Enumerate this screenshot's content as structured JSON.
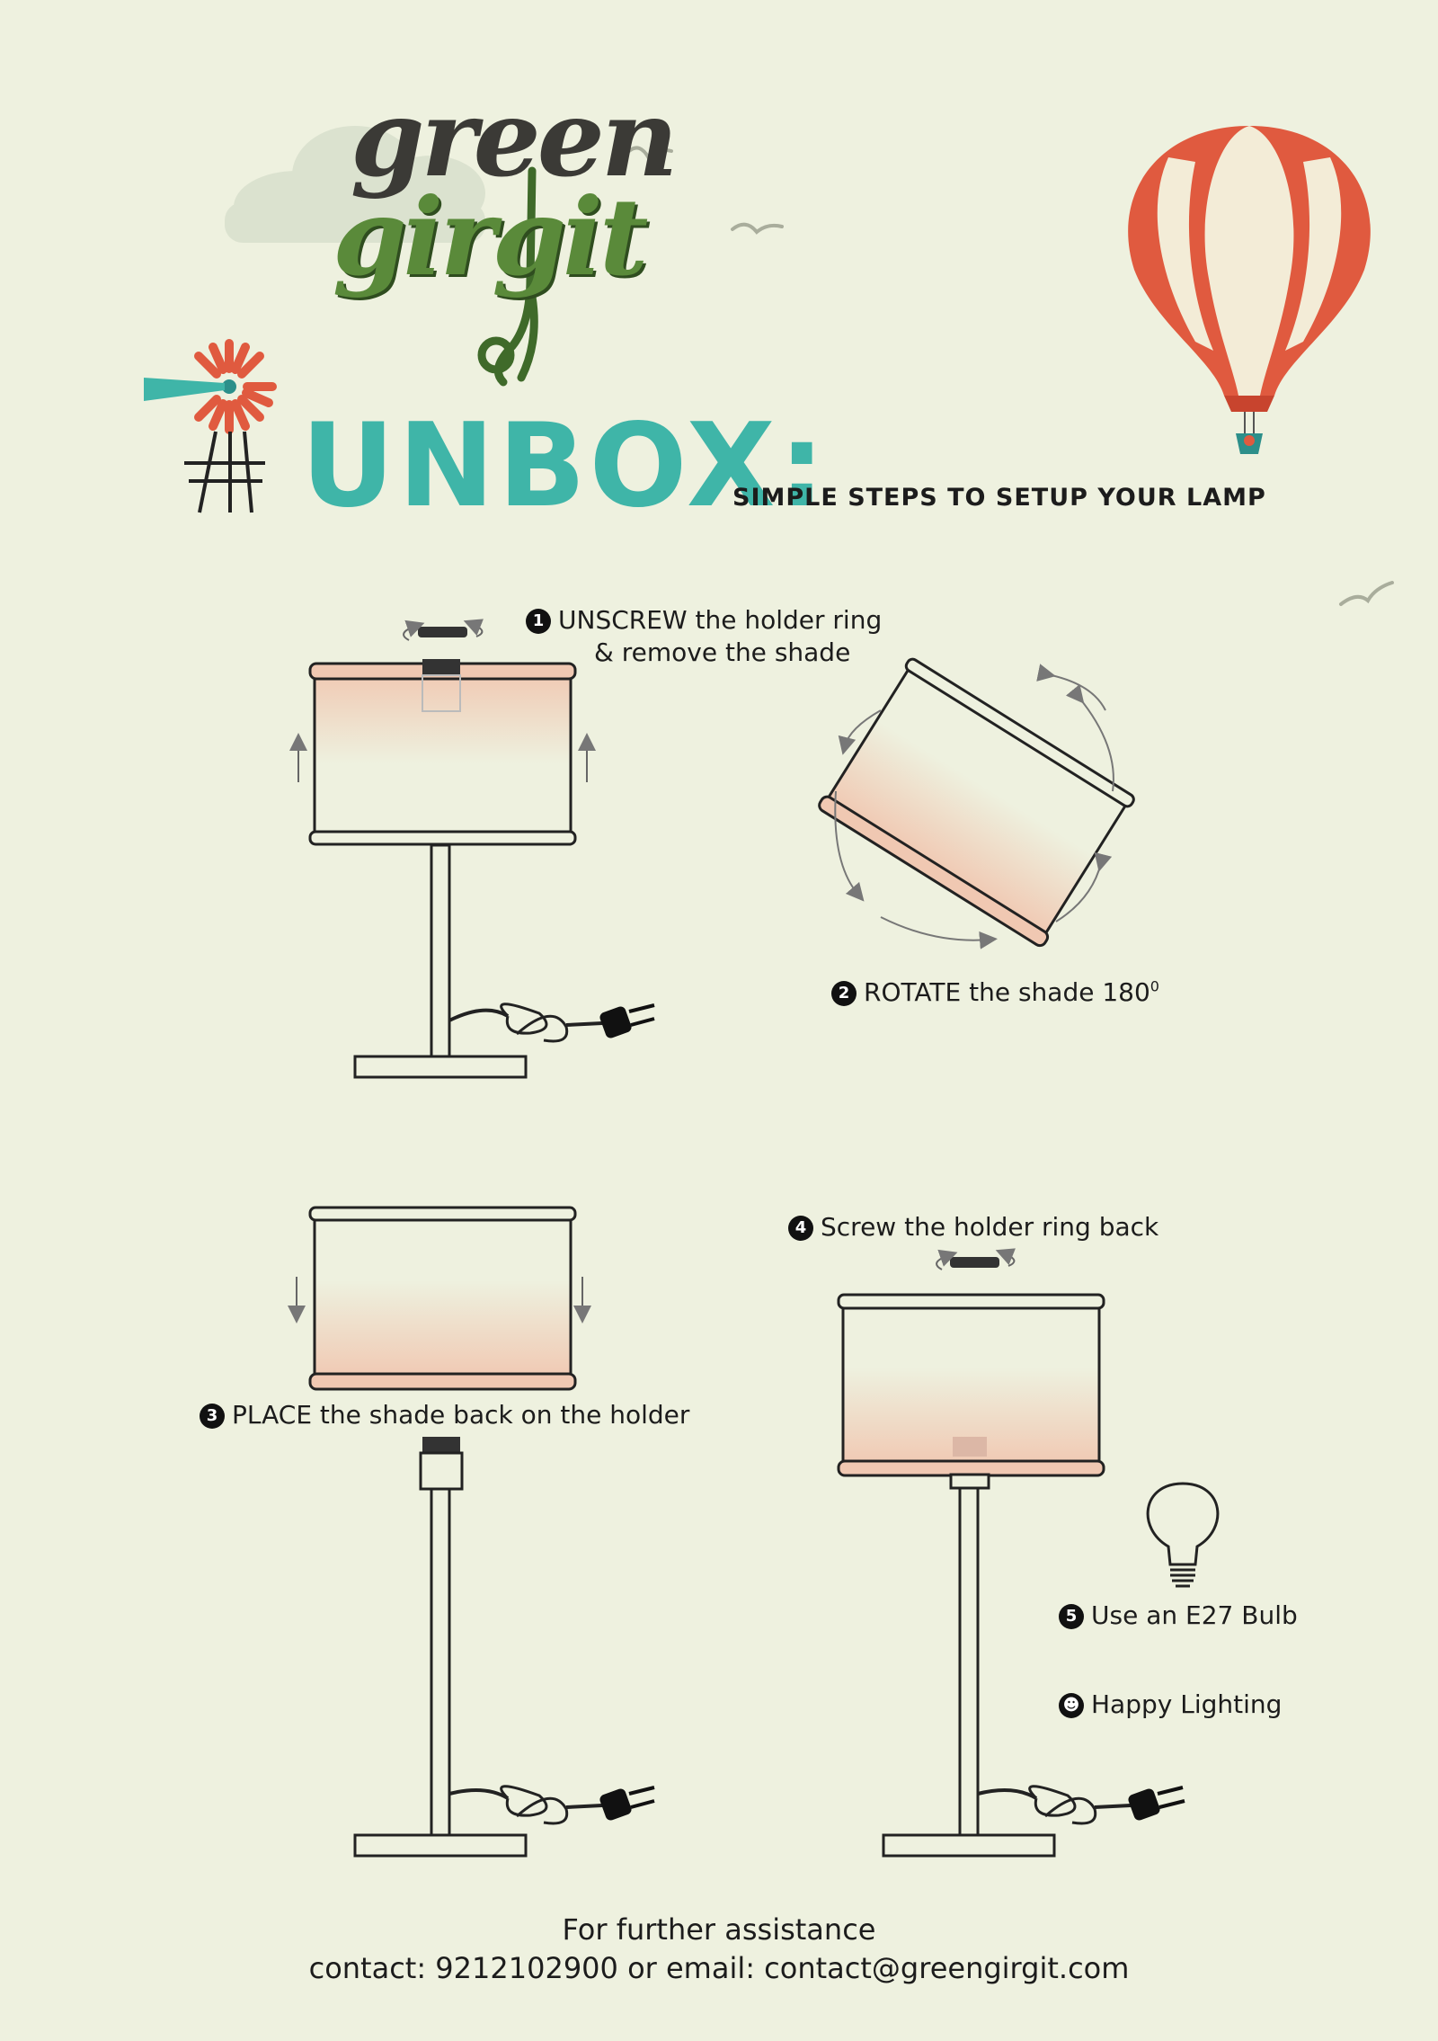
{
  "brand": {
    "line1": "green",
    "line2": "girgit"
  },
  "header": {
    "title": "UNBOX:",
    "subtitle": "SIMPLE STEPS TO SETUP YOUR LAMP"
  },
  "steps": [
    {
      "badge": "1",
      "text": "UNSCREW the holder ring",
      "text2": "& remove the shade"
    },
    {
      "badge": "2",
      "text": "ROTATE the shade 180",
      "sup": "0"
    },
    {
      "badge": "3",
      "text": "PLACE the shade back on the holder"
    },
    {
      "badge": "4",
      "text": "Screw the holder ring back"
    },
    {
      "badge": "5",
      "text": "Use an E27 Bulb"
    },
    {
      "badge": "☻",
      "text": "Happy Lighting"
    }
  ],
  "footer": {
    "line1": "For further assistance",
    "line2": "contact: 9212102900 or email: contact@greengirgit.com"
  },
  "colors": {
    "background": "#eef1df",
    "accent_teal": "#3fb5a8",
    "balloon_red": "#e05a3f",
    "shade_pink": "#f1c9b6",
    "logo_green": "#5a8a3a"
  },
  "icons": [
    "windmill-icon",
    "hot-air-balloon-icon",
    "cloud-icon",
    "bird-icon",
    "lamp-icon",
    "plug-icon",
    "bulb-icon",
    "chameleon-icon"
  ]
}
